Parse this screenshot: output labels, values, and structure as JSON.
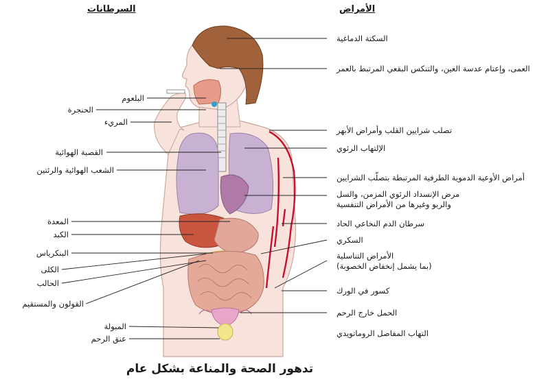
{
  "headers": {
    "cancers": "السرطانات",
    "diseases": "الأمراض"
  },
  "left_labels": [
    "البلعوم",
    "الحنجرة",
    "المريء",
    "القصبة الهوائية",
    "الشعب الهوائية والرئتين",
    "المعدة",
    "الكبد",
    "البنكرياس",
    "الكلى",
    "الحالب",
    "القولون والمستقيم",
    "المبولة",
    "عنق الرحم"
  ],
  "right_labels": [
    "السكتة الدماغية",
    "العمى، وإعتام عدسة العين، والتنكس البقعي المرتبط بالعمر",
    "تصلب شرايين القلب وأمراض الأبهر",
    "الإلتهاب الرئوي",
    "أمراض الأوعية الدموية الطرفية المرتبطة بتصلّب الشرايين",
    "مرض الإنسداد الرئوي المزمن، والسل",
    "والربو وغيرها من الأمراض التنفسية",
    "سرطان الدم النخاعي الحاد",
    "السكري",
    "الأمراض التناسلية",
    "(بما يشمل إنخفاض الخصوبة)",
    "كسور في الورك",
    "الحمل خارج الرحم",
    "التهاب المفاصل الروماتويدي"
  ],
  "title": "تدهور الصحة والمناعة بشكل عام",
  "colors": {
    "skin": "#f8e3dc",
    "skin_edge": "#c9a79a",
    "hair": "#a0613b",
    "lung": "#c8b2d3",
    "liver": "#c9553f",
    "stomach": "#e1a79b",
    "pancreas": "#f2e58a",
    "intestine": "#e5a99a",
    "artery": "#c8102e",
    "line": "#222222"
  }
}
